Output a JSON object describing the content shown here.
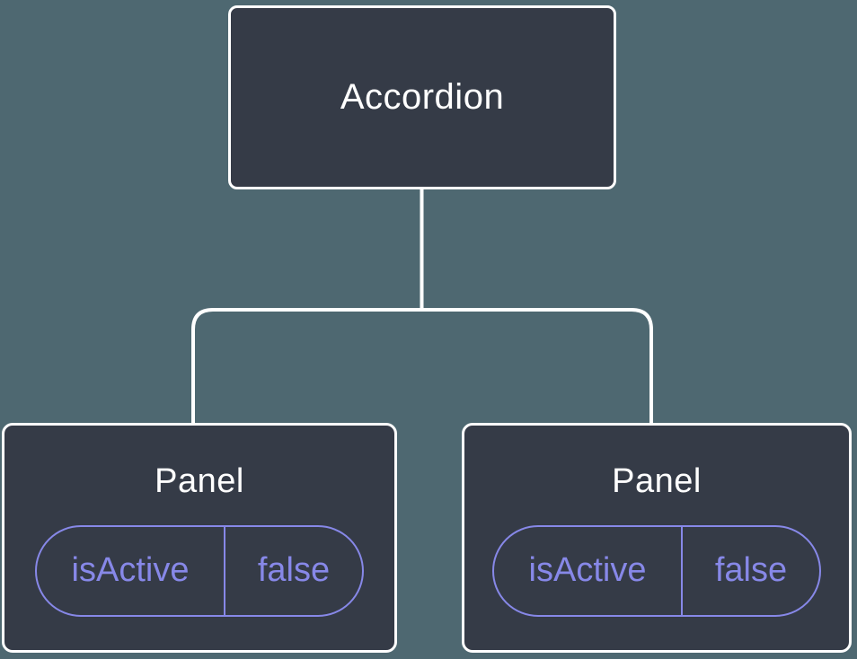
{
  "colors": {
    "background": "#4E6871",
    "node_fill": "#353B47",
    "node_border": "#FFFFFF",
    "connector": "#FFFFFF",
    "prop_accent": "#8788E8",
    "label_text": "#FFFFFF"
  },
  "tree": {
    "root": {
      "label": "Accordion"
    },
    "children": [
      {
        "label": "Panel",
        "props": [
          {
            "name": "isActive",
            "value": "false"
          }
        ]
      },
      {
        "label": "Panel",
        "props": [
          {
            "name": "isActive",
            "value": "false"
          }
        ]
      }
    ]
  }
}
